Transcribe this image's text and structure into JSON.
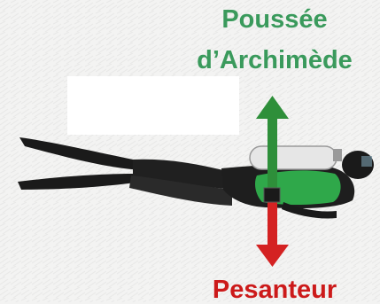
{
  "labels": {
    "buoyancy_line1": "Poussée",
    "buoyancy_line2": "d’Archimède",
    "weight": "Pesanteur"
  },
  "colors": {
    "buoyancy": "#3a9a5c",
    "weight": "#cc1a1a",
    "arrow_up": "#2e8f3a",
    "arrow_down": "#d42222",
    "tank": "#e6e6e6",
    "wetsuit": "#222222",
    "bcd": "#2fa84a"
  },
  "icons": {
    "arrow_up": "arrow-up-icon",
    "arrow_down": "arrow-down-icon",
    "diver": "scuba-diver-illustration"
  }
}
